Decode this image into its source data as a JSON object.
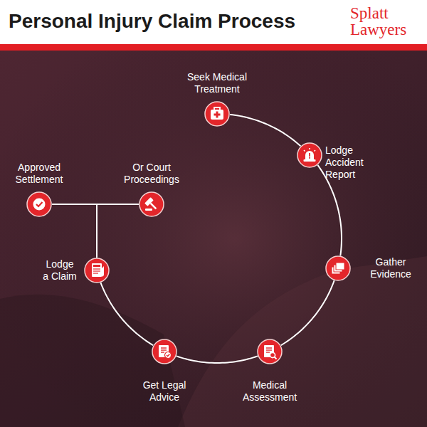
{
  "diagram": {
    "title": "Personal Injury Claim Process",
    "nodes": [
      {
        "text": [
          "Seek Medical Treatment"
        ]
      },
      {
        "text": [
          "Lodge Accident Report"
        ]
      },
      {
        "text": [
          "Gather Evidence"
        ]
      },
      {
        "text": [
          "Medical Assessment"
        ]
      },
      {
        "text": [
          "Get Legal Advice"
        ]
      },
      {
        "text": [
          "Lodge a Claim"
        ]
      },
      {
        "text": [
          "Or Court Proceedings"
        ]
      },
      {
        "text": [
          "Approved Settlement"
        ]
      }
    ],
    "edges": [
      {
        "from": 0,
        "to": 1,
        "arrow": "none"
      },
      {
        "from": 1,
        "to": 2,
        "arrow": "none"
      },
      {
        "from": 2,
        "to": 3,
        "arrow": "none"
      },
      {
        "from": 3,
        "to": 4,
        "arrow": "none"
      },
      {
        "from": 4,
        "to": 5,
        "arrow": "none"
      },
      {
        "from": 5,
        "to": 6,
        "arrow": "none"
      },
      {
        "from": 5,
        "to": 7,
        "arrow": "none"
      }
    ],
    "labels": [
      "Splatt Lawyers"
    ]
  }
}
